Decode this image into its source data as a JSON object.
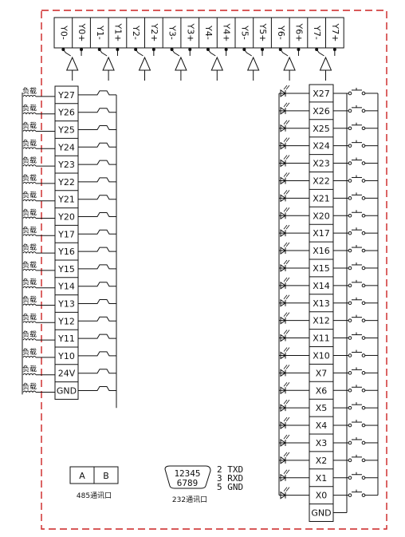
{
  "top_terminals": [
    "Y0-",
    "Y0+",
    "Y1-",
    "Y1+",
    "Y2-",
    "Y2+",
    "Y3-",
    "Y3+",
    "Y4-",
    "Y4+",
    "Y5-",
    "Y5+",
    "Y6-",
    "Y6+",
    "Y7-",
    "Y7+"
  ],
  "output_terminals": [
    "Y27",
    "Y26",
    "Y25",
    "Y24",
    "Y23",
    "Y22",
    "Y21",
    "Y20",
    "Y17",
    "Y16",
    "Y15",
    "Y14",
    "Y13",
    "Y12",
    "Y11",
    "Y10",
    "24V",
    "GND"
  ],
  "load_label": "负载",
  "input_terminals": [
    "X27",
    "X26",
    "X25",
    "X24",
    "X23",
    "X22",
    "X21",
    "X20",
    "X17",
    "X16",
    "X15",
    "X14",
    "X13",
    "X12",
    "X11",
    "X10",
    "X7",
    "X6",
    "X5",
    "X4",
    "X3",
    "X2",
    "X1",
    "X0",
    "GND"
  ],
  "rs485": {
    "a": "A",
    "b": "B",
    "caption": "485通讯口"
  },
  "rs232": {
    "pins_top": "12345",
    "pins_bottom": "6789",
    "pin_map": [
      "2 TXD",
      "3 RXD",
      "5 GND"
    ],
    "caption": "232通讯口"
  },
  "colors": {
    "border": "#cc2222",
    "line": "#111111"
  }
}
